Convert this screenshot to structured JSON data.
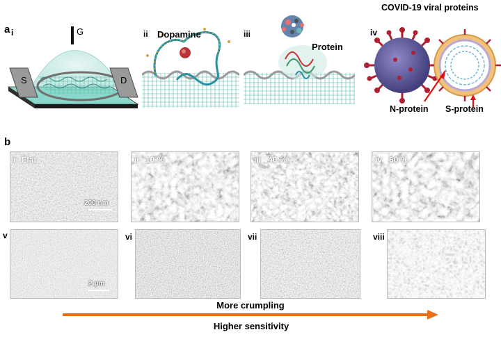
{
  "panel_a": {
    "letter": "a",
    "i": {
      "roman": "i",
      "gate": "G",
      "source": "S",
      "drain": "D"
    },
    "ii": {
      "roman": "ii",
      "label": "Dopamine"
    },
    "iii": {
      "roman": "iii",
      "label": "Protein"
    },
    "iv": {
      "roman": "iv",
      "title": "COVID-19 viral proteins",
      "n_protein": "N-protein",
      "s_protein": "S-protein"
    }
  },
  "panel_b": {
    "letter": "b",
    "top_row": [
      {
        "roman": "i",
        "label": "Flat"
      },
      {
        "roman": "ii",
        "label": "10 %"
      },
      {
        "roman": "iii",
        "label": "40 %"
      },
      {
        "roman": "iv",
        "label": "60 %"
      }
    ],
    "bottom_row": [
      {
        "roman": "v"
      },
      {
        "roman": "vi"
      },
      {
        "roman": "vii"
      },
      {
        "roman": "viii"
      }
    ],
    "scale_top": "200 nm",
    "scale_bottom": "2 μm",
    "arrow_top": "More crumpling",
    "arrow_bottom": "Higher sensitivity"
  },
  "colors": {
    "arrow": "#e8701a",
    "graphene": "#5fc9b9",
    "virus": "#6b64a8",
    "spike": "#b01e2f"
  }
}
